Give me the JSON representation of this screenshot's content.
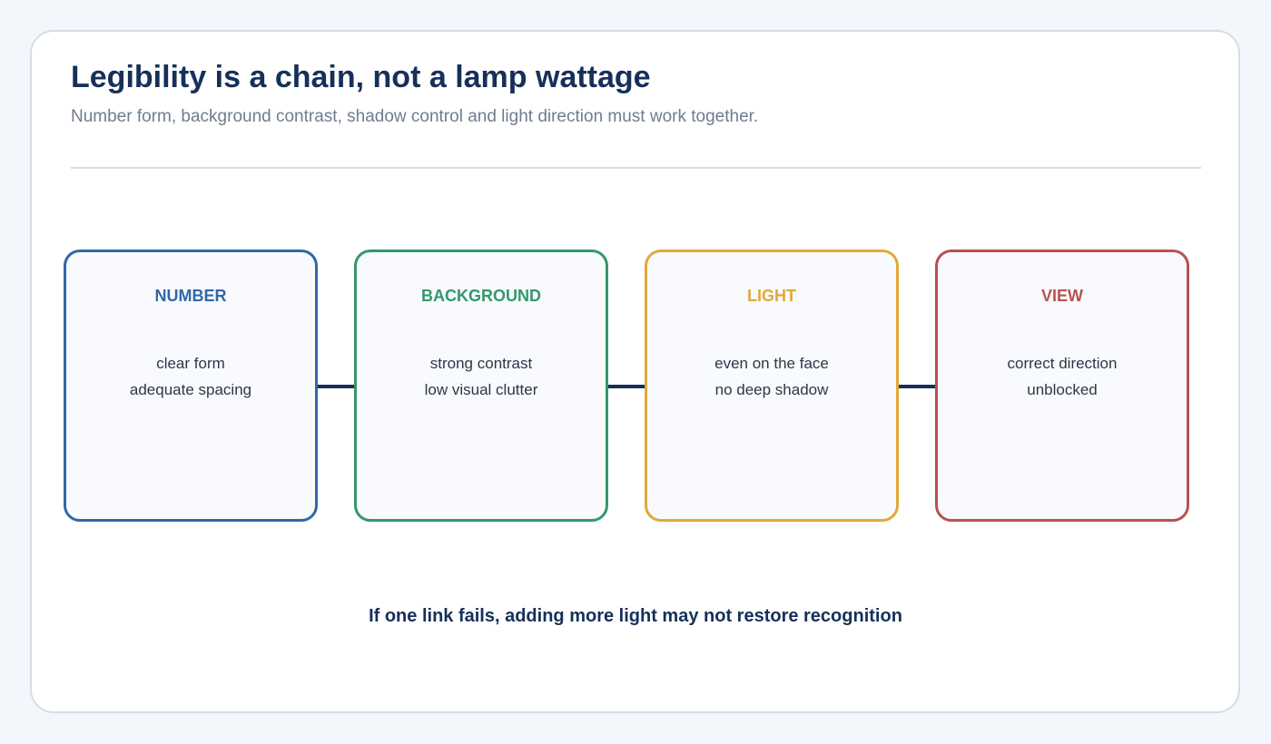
{
  "header": {
    "title": "Legibility is a chain, not a lamp wattage",
    "subtitle": "Number form, background contrast, shadow control and light direction must work together."
  },
  "chain": [
    {
      "title": "NUMBER",
      "color": "#2f69a6",
      "lines": [
        "clear form",
        "adequate spacing"
      ]
    },
    {
      "title": "BACKGROUND",
      "color": "#35976a",
      "lines": [
        "strong contrast",
        "low visual clutter"
      ]
    },
    {
      "title": "LIGHT",
      "color": "#e0a93a",
      "lines": [
        "even on the face",
        "no deep shadow"
      ]
    },
    {
      "title": "VIEW",
      "color": "#b9514f",
      "lines": [
        "correct direction",
        "unblocked"
      ]
    }
  ],
  "footer": {
    "text": "If one link fails, adding more light may not restore recognition"
  },
  "colors": {
    "title": "#16305a",
    "connector": "#16305a"
  }
}
